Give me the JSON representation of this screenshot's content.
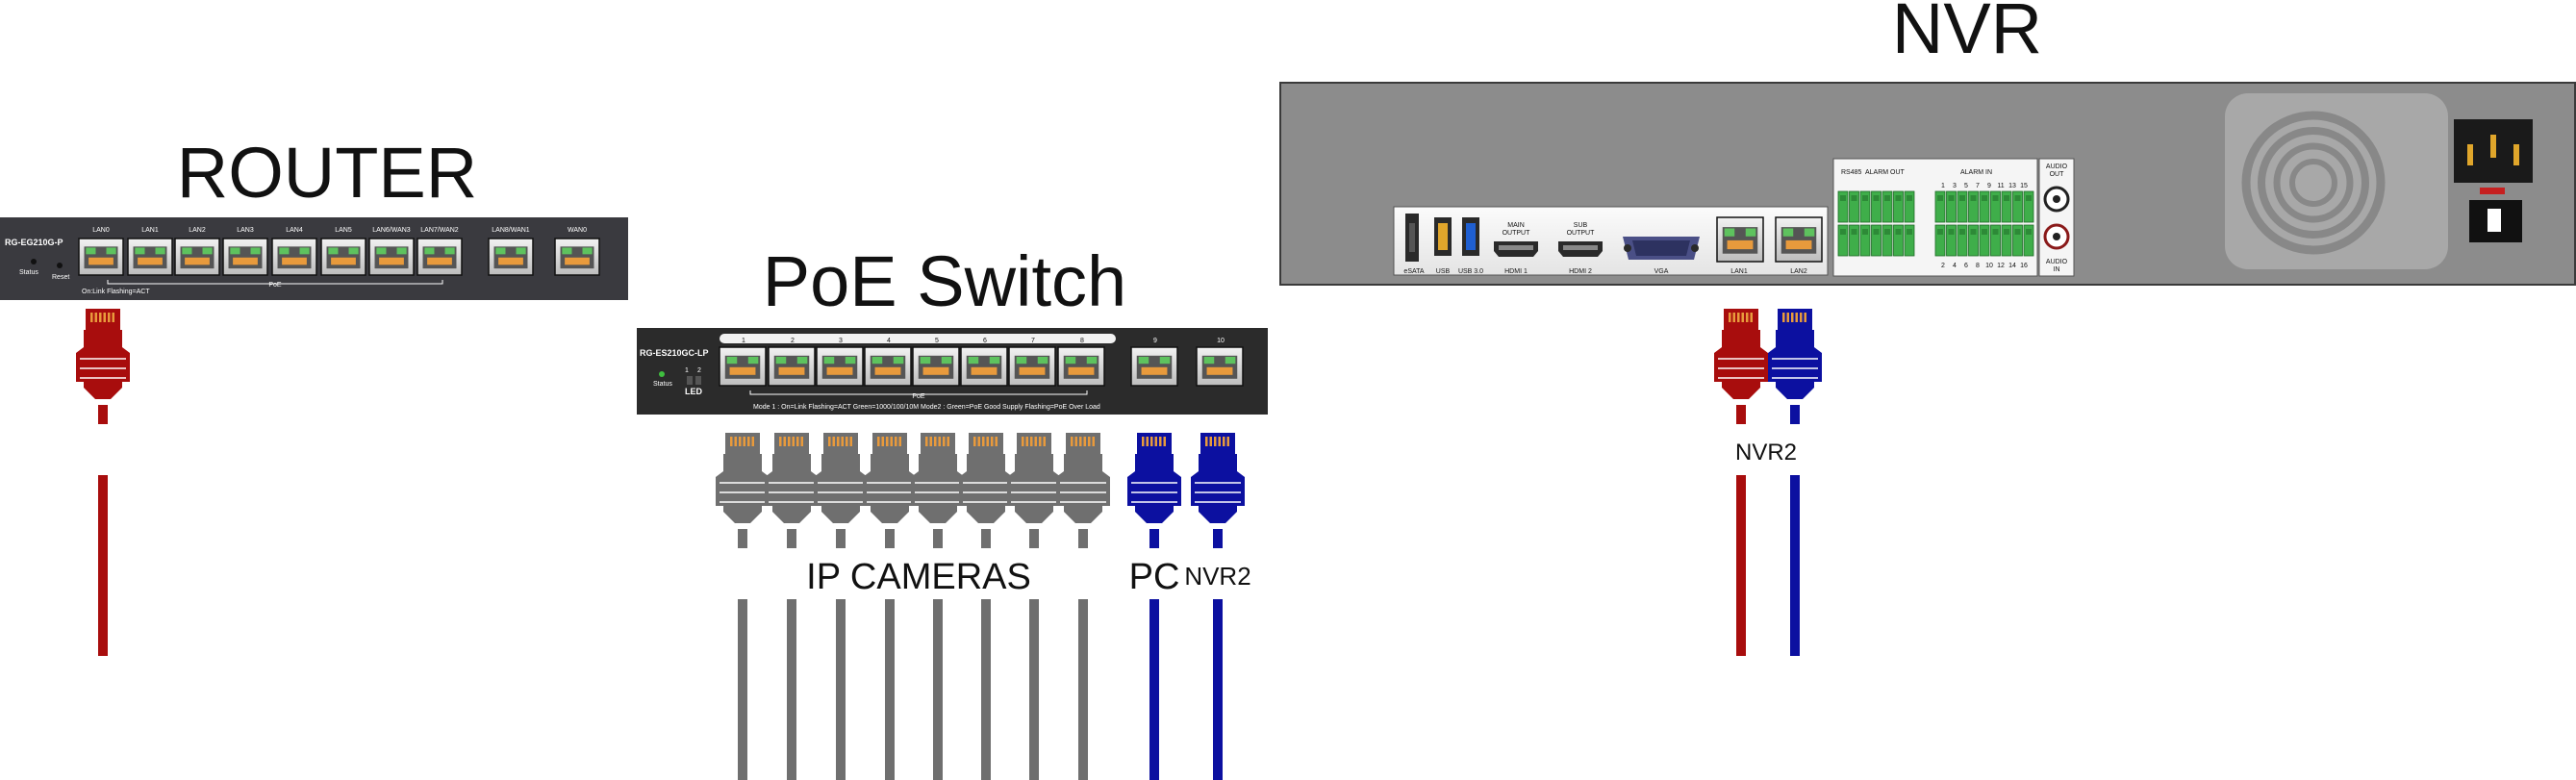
{
  "titles": {
    "router": "ROUTER",
    "switch": "PoE Switch",
    "nvr": "NVR"
  },
  "router": {
    "model": "RG-EG210G-P",
    "status": "Status",
    "reset": "Reset",
    "ports": [
      "LAN0",
      "LAN1",
      "LAN2",
      "LAN3",
      "LAN4",
      "LAN5",
      "LAN6/WAN3",
      "LAN7/WAN2",
      "LAN8/WAN1",
      "WAN0"
    ],
    "poe": "PoE",
    "legend": "On:Link Flashing=ACT"
  },
  "switch": {
    "model": "RG-ES210GC-LP",
    "status": "Status",
    "led": "LED",
    "mode_nums": [
      "1",
      "2"
    ],
    "ports": [
      "1",
      "2",
      "3",
      "4",
      "5",
      "6",
      "7",
      "8",
      "9",
      "10"
    ],
    "poe": "PoE",
    "legend": "Mode 1 : On=Link Flashing=ACT   Green=1000/100/10M     Mode2 : Green=PoE Good Supply Flashing=PoE Over Load"
  },
  "nvr": {
    "esata": "eSATA",
    "usb": "USB",
    "usb3": "USB 3.0",
    "main_output": [
      "MAIN",
      "OUTPUT"
    ],
    "sub_output": [
      "SUB",
      "OUTPUT"
    ],
    "hdmi1": "HDMI 1",
    "hdmi2": "HDMI 2",
    "vga": "VGA",
    "lan1": "LAN1",
    "lan2": "LAN2",
    "rs485": "RS485",
    "alarm_out": "ALARM OUT",
    "alarm_in": "ALARM IN",
    "alarm_in_top": [
      "1",
      "3",
      "5",
      "7",
      "9",
      "11",
      "13",
      "15"
    ],
    "alarm_in_bottom": [
      "2",
      "4",
      "6",
      "8",
      "10",
      "12",
      "14",
      "16"
    ],
    "audio_out": [
      "AUDIO",
      "OUT"
    ],
    "audio_in": [
      "AUDIO",
      "IN"
    ]
  },
  "labels": {
    "ip_cameras": "IP CAMERAS",
    "pc": "PC",
    "nvr2_switch": "NVR2",
    "nvr2_nvr": "NVR2"
  },
  "colors": {
    "red_cable": "#a80d0d",
    "blue_cable": "#0c10a0",
    "gray_cable": "#6f6f6f",
    "device_dark": "#2b2b2b",
    "nvr_body": "#8c8c8c",
    "port_green": "#5ec25e",
    "port_orange": "#e89a3c",
    "terminal_green": "#3fae4a"
  }
}
